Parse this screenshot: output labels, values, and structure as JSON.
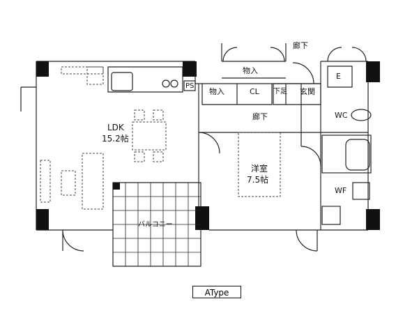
{
  "plan": {
    "type_label": "AType",
    "rooms": {
      "ldk_name": "LDK",
      "ldk_size": "15.2帖",
      "western_name": "洋室",
      "western_size": "7.5帖",
      "balcony": "バルコニー",
      "storage_top": "物入",
      "storage_mid": "物入",
      "closet": "CL",
      "shoe_box": "下足",
      "entrance": "玄関",
      "corridor_outer": "廊下",
      "corridor_inner": "廊下",
      "wc": "WC",
      "wash": "WF",
      "ps": "PS",
      "e_box": "E"
    }
  },
  "colors": {
    "wall": "#111111",
    "line": "#222222",
    "dash": "#444444"
  }
}
